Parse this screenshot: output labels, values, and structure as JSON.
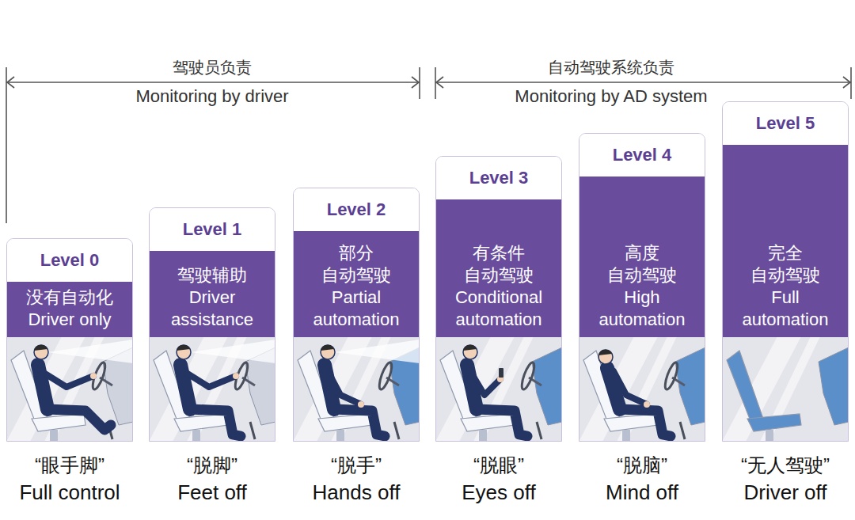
{
  "diagram": {
    "nodes": [
      {
        "text": [
          "Level 0",
          "没有自动化",
          "Driver only",
          "“眼手脚”",
          "Full control"
        ]
      },
      {
        "text": [
          "Level 1",
          "驾驶辅助",
          "Driver assistance",
          "“脱脚”",
          "Feet off"
        ]
      },
      {
        "text": [
          "Level 2",
          "部分 自动驾驶",
          "Partial automation",
          "“脱手”",
          "Hands off"
        ]
      },
      {
        "text": [
          "Level 3",
          "有条件 自动驾驶",
          "Conditional automation",
          "“脱眼”",
          "Eyes off"
        ]
      },
      {
        "text": [
          "Level 4",
          "高度 自动驾驶",
          "High automation",
          "“脱脑”",
          "Mind off"
        ]
      },
      {
        "text": [
          "Level 5",
          "完全 自动驾驶",
          "Full automation",
          "“无人驾驶”",
          "Driver off"
        ]
      }
    ],
    "labels": [
      "驾驶员负责",
      "Monitoring by driver",
      "自动驾驶系统负责",
      "Monitoring by AD system"
    ]
  }
}
